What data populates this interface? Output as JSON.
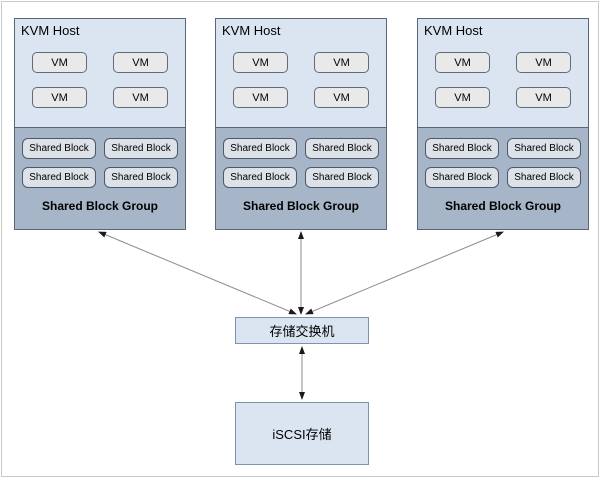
{
  "hosts": [
    {
      "title": "KVM Host",
      "vms": [
        "VM",
        "VM",
        "VM",
        "VM"
      ],
      "shared_blocks": [
        "Shared Block",
        "Shared Block",
        "Shared Block",
        "Shared Block"
      ],
      "group_label": "Shared Block Group"
    },
    {
      "title": "KVM Host",
      "vms": [
        "VM",
        "VM",
        "VM",
        "VM"
      ],
      "shared_blocks": [
        "Shared Block",
        "Shared Block",
        "Shared Block",
        "Shared Block"
      ],
      "group_label": "Shared Block Group"
    },
    {
      "title": "KVM Host",
      "vms": [
        "VM",
        "VM",
        "VM",
        "VM"
      ],
      "shared_blocks": [
        "Shared Block",
        "Shared Block",
        "Shared Block",
        "Shared Block"
      ],
      "group_label": "Shared Block Group"
    }
  ],
  "switch_label": "存储交换机",
  "storage_label": "iSCSI存储",
  "colors": {
    "host_fill": "#dbe5f1",
    "group_fill": "#a7b5c9",
    "vm_fill": "#e9e9e9",
    "shared_block_fill": "#dde1e8",
    "switch_fill": "#dbe5f1",
    "box_border": "#5a6575",
    "blue_border": "#7e93ae",
    "arrow": "#8c8c8c",
    "arrowhead": "#1a1a1a"
  }
}
